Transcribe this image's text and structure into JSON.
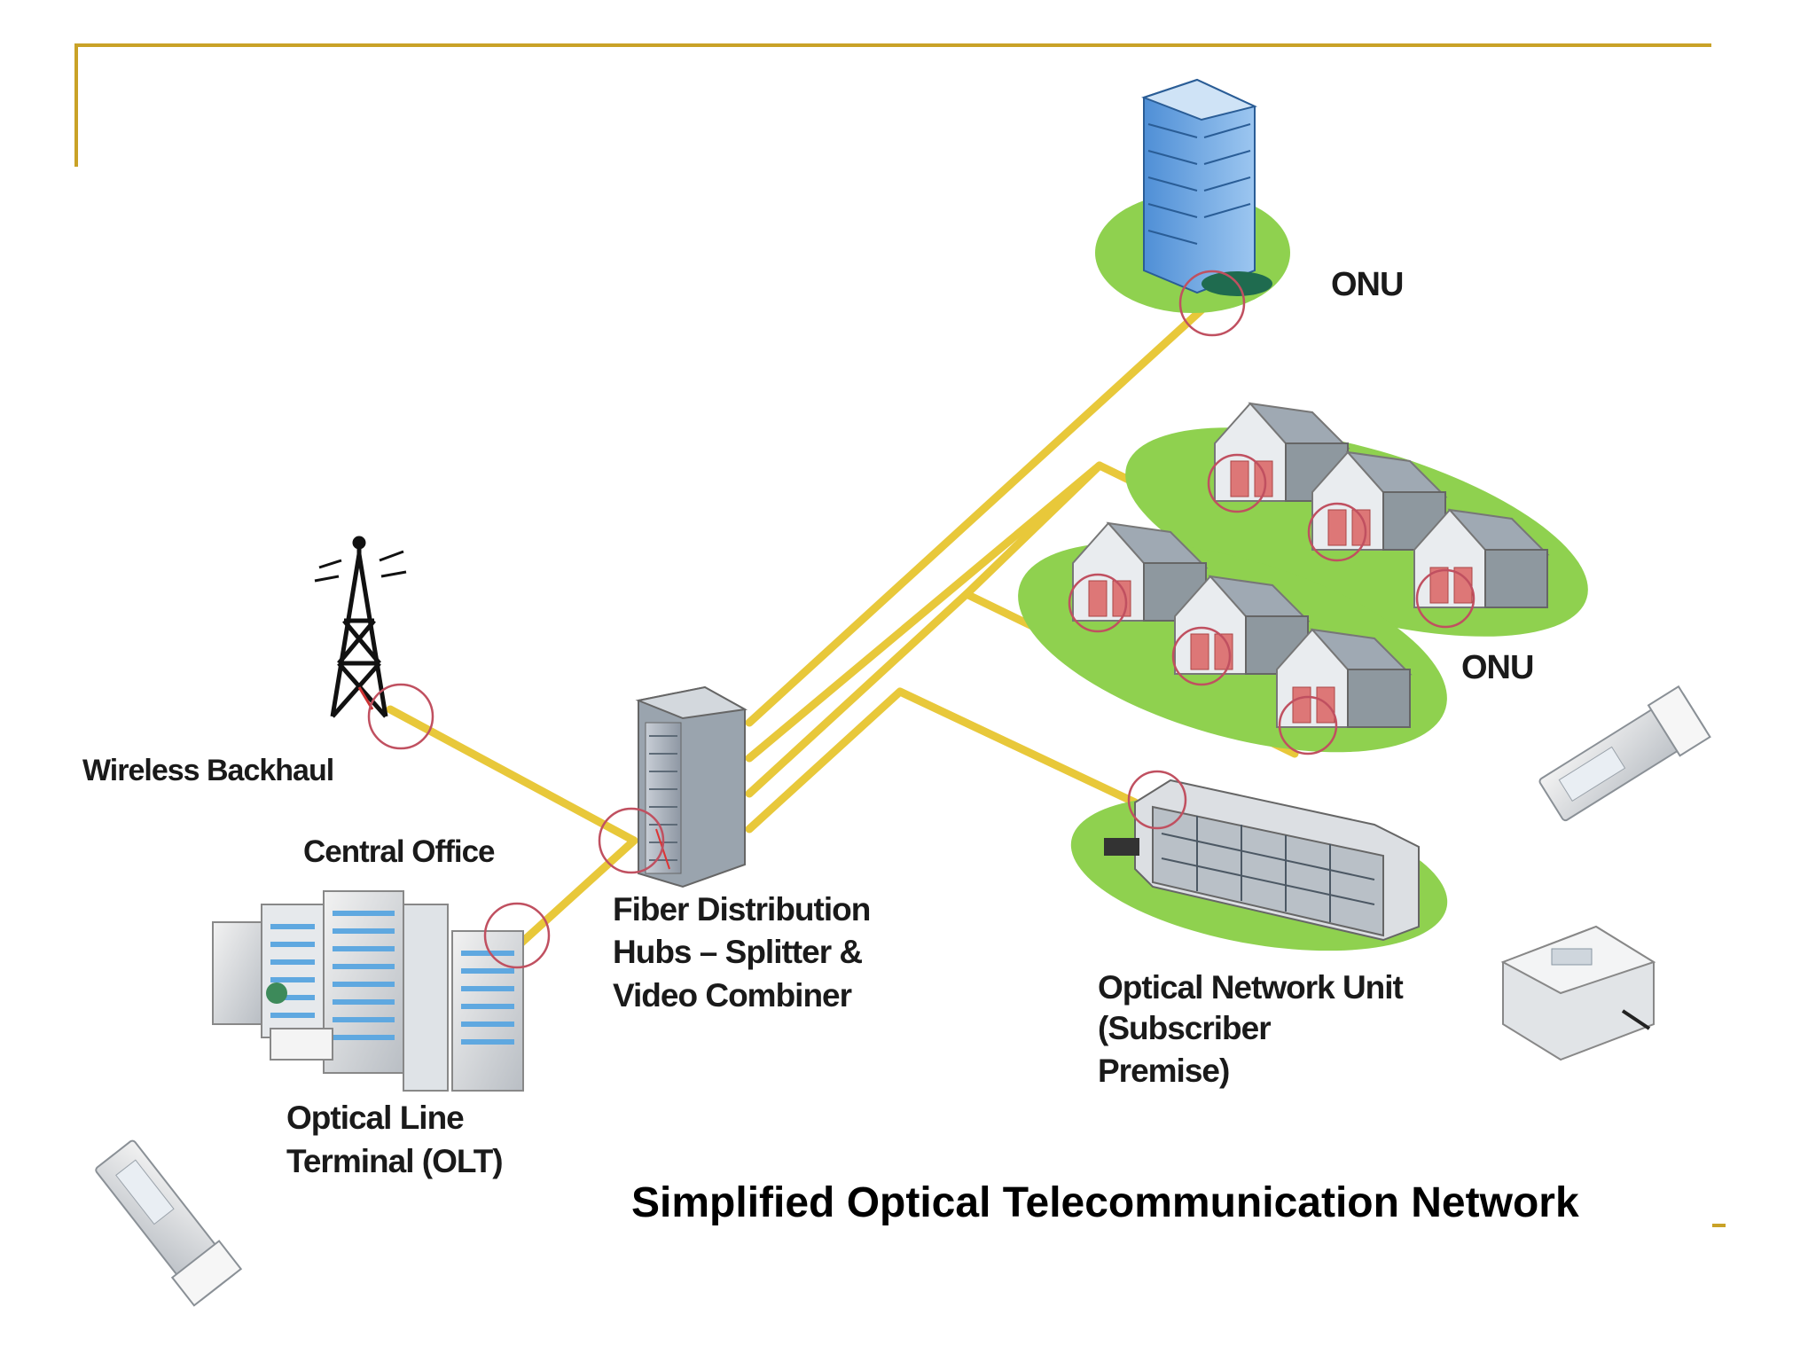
{
  "slide": {
    "accent_color": "#c9a227",
    "fiber_color": "#e8c83a",
    "grass_color": "#8fd14f",
    "caption": "Simplified Optical Telecommunication Network"
  },
  "labels": {
    "onu_top": "ONU",
    "onu_mid": "ONU",
    "wireless_backhaul": "Wireless Backhaul",
    "central_office": "Central Office",
    "hub_line1": "Fiber Distribution",
    "hub_line2": "Hubs – Splitter &",
    "hub_line3": "Video Combiner",
    "olt_line1": "Optical Line",
    "olt_line2": "Terminal (OLT)",
    "onu_unit_line1": "Optical Network Unit",
    "onu_unit_line2": "(Subscriber",
    "onu_unit_line3": "Premise)"
  },
  "icons": [
    "cell-tower-icon",
    "central-office-icon",
    "distribution-hub-icon",
    "office-building-icon",
    "house-icon",
    "apartment-icon",
    "sfp-transceiver-icon",
    "onu-box-icon"
  ]
}
